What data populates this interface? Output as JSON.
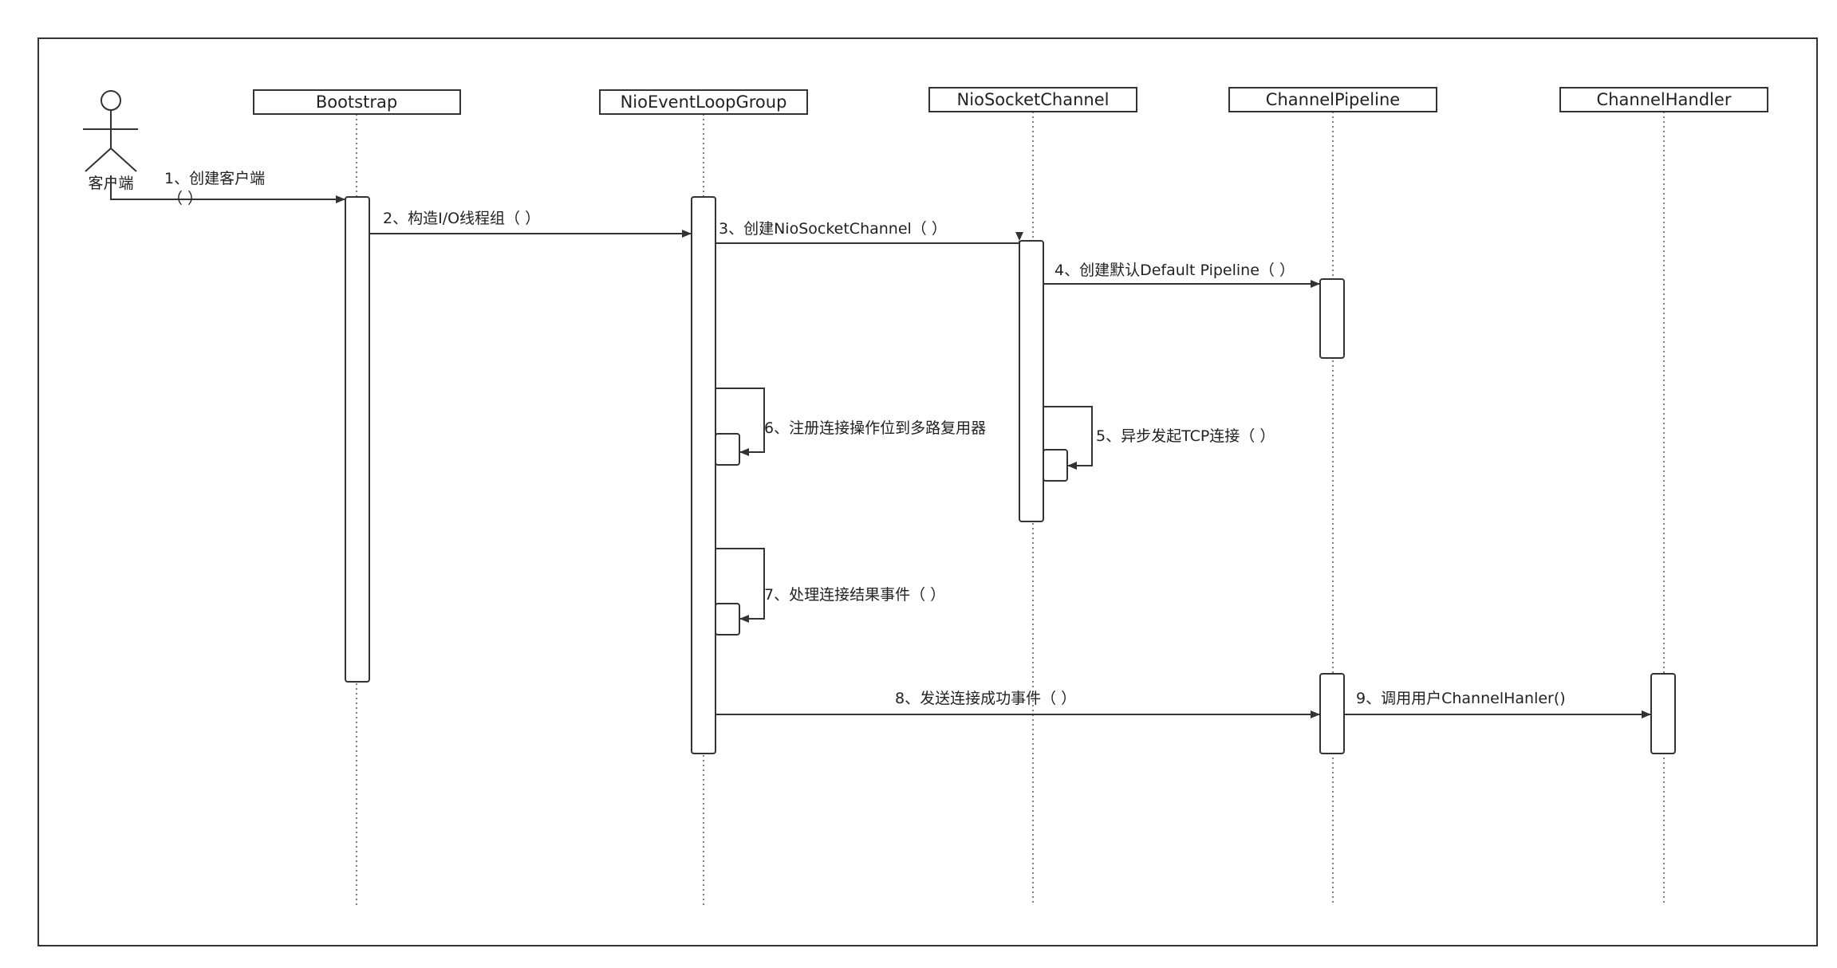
{
  "actor": {
    "label": "客户端"
  },
  "lifelines": [
    {
      "id": "bootstrap",
      "title": "Bootstrap"
    },
    {
      "id": "eventloop",
      "title": "NioEventLoopGroup"
    },
    {
      "id": "socketchannel",
      "title": "NioSocketChannel"
    },
    {
      "id": "pipeline",
      "title": "ChannelPipeline"
    },
    {
      "id": "handler",
      "title": "ChannelHandler"
    }
  ],
  "messages": [
    {
      "id": "m1",
      "label_line1": "1、创建客户端",
      "label_line2": "（ ）",
      "from": "actor",
      "to": "bootstrap"
    },
    {
      "id": "m2",
      "label": "2、构造I/O线程组（ ）",
      "from": "bootstrap",
      "to": "eventloop"
    },
    {
      "id": "m3",
      "label": "3、创建NioSocketChannel（ ）",
      "from": "eventloop",
      "to": "socketchannel"
    },
    {
      "id": "m4",
      "label": "4、创建默认Default Pipeline（ ）",
      "from": "socketchannel",
      "to": "pipeline"
    },
    {
      "id": "m5",
      "label": "5、异步发起TCP连接（ ）",
      "from": "socketchannel",
      "to": "socketchannel"
    },
    {
      "id": "m6",
      "label": "6、注册连接操作位到多路复用器",
      "from": "eventloop",
      "to": "eventloop"
    },
    {
      "id": "m7",
      "label": "7、处理连接结果事件（ ）",
      "from": "eventloop",
      "to": "eventloop"
    },
    {
      "id": "m8",
      "label": "8、发送连接成功事件（ ）",
      "from": "eventloop",
      "to": "pipeline"
    },
    {
      "id": "m9",
      "label": "9、调用用户ChannelHanler()",
      "from": "pipeline",
      "to": "handler"
    }
  ],
  "colors": {
    "stroke": "#333333",
    "text": "#222222",
    "background": "#ffffff"
  }
}
